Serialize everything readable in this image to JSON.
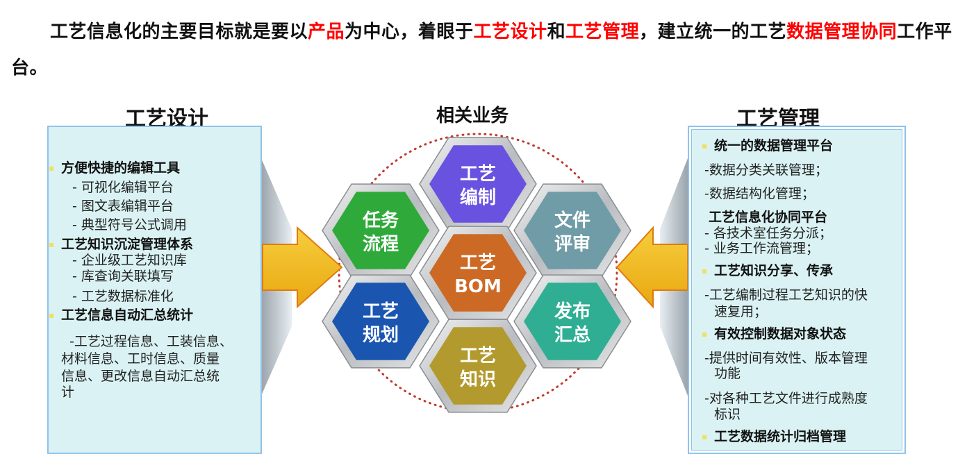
{
  "intro": {
    "p1": "工艺信息化的主要目标就是要以",
    "r1": "产品",
    "p2": "为中心，着眼于",
    "r2": "工艺设计",
    "p3": "和",
    "r3": "工艺管理",
    "p4": "，建立统一的工艺",
    "r4": "数据管理协同",
    "p5": "工作平台。"
  },
  "left": {
    "title": "工艺设计",
    "items": [
      {
        "text": "方便快捷的编辑工具",
        "head": true
      },
      {
        "text": "- 可视化编辑平台",
        "head": false
      },
      {
        "text": "- 图文表编辑平台",
        "head": false
      },
      {
        "text": "- 典型符号公式调用",
        "head": false
      },
      {
        "text": "工艺知识沉淀管理体系",
        "head": true
      },
      {
        "text": "- 企业级工艺知识库",
        "head": false
      },
      {
        "text": "- 库查询关联填写",
        "head": false
      },
      {
        "text": "- 工艺数据标准化",
        "head": false
      },
      {
        "text": "工艺信息自动汇总统计",
        "head": true
      },
      {
        "text": "-工艺过程信息、工装信息、",
        "head": false
      },
      {
        "text": "材料信息、工时信息、质量",
        "head": false
      },
      {
        "text": "信息、更改信息自动汇总统",
        "head": false
      },
      {
        "text": "计",
        "head": false
      }
    ]
  },
  "middle": {
    "title": "相关业务",
    "hexes": [
      {
        "l1": "工艺",
        "l2": "编制",
        "color": "#6a52e0"
      },
      {
        "l1": "任务",
        "l2": "流程",
        "color": "#2faa3a"
      },
      {
        "l1": "文件",
        "l2": "评审",
        "color": "#6f9ca6"
      },
      {
        "l1": "工艺",
        "l2": "BOM",
        "color": "#cc6a25"
      },
      {
        "l1": "工艺",
        "l2": "规划",
        "color": "#1a56b0"
      },
      {
        "l1": "发布",
        "l2": "汇总",
        "color": "#2fae93"
      },
      {
        "l1": "工艺",
        "l2": "知识",
        "color": "#b39a2e"
      }
    ]
  },
  "right": {
    "title": "工艺管理",
    "items": [
      {
        "text": "统一的数据管理平台",
        "head": true
      },
      {
        "text": "-数据分类关联管理；",
        "head": false
      },
      {
        "text": "-数据结构化管理；",
        "head": false
      },
      {
        "text": "工艺信息化协同平台",
        "head": true
      },
      {
        "text": "- 各技术室任务分派；",
        "head": false
      },
      {
        "text": "- 业务工作流管理；",
        "head": false
      },
      {
        "text": "工艺知识分享、传承",
        "head": true
      },
      {
        "text": "-工艺编制过程工艺知识的快",
        "head": false
      },
      {
        "text": "速复用；",
        "head": false
      },
      {
        "text": "有效控制数据对象状态",
        "head": true
      },
      {
        "text": "-提供时间有效性、版本管理",
        "head": false
      },
      {
        "text": "功能",
        "head": false
      },
      {
        "text": "-对各种工艺文件进行成熟度",
        "head": false
      },
      {
        "text": "标识",
        "head": false
      },
      {
        "text": "工艺数据统计归档管理",
        "head": true
      }
    ]
  },
  "colors": {
    "accent_red": "#ff0000",
    "panel_fill": "#daf2f3",
    "panel_border": "#8ec3ea",
    "arrow": "#f2bb1e",
    "dots": "#c0392b"
  }
}
